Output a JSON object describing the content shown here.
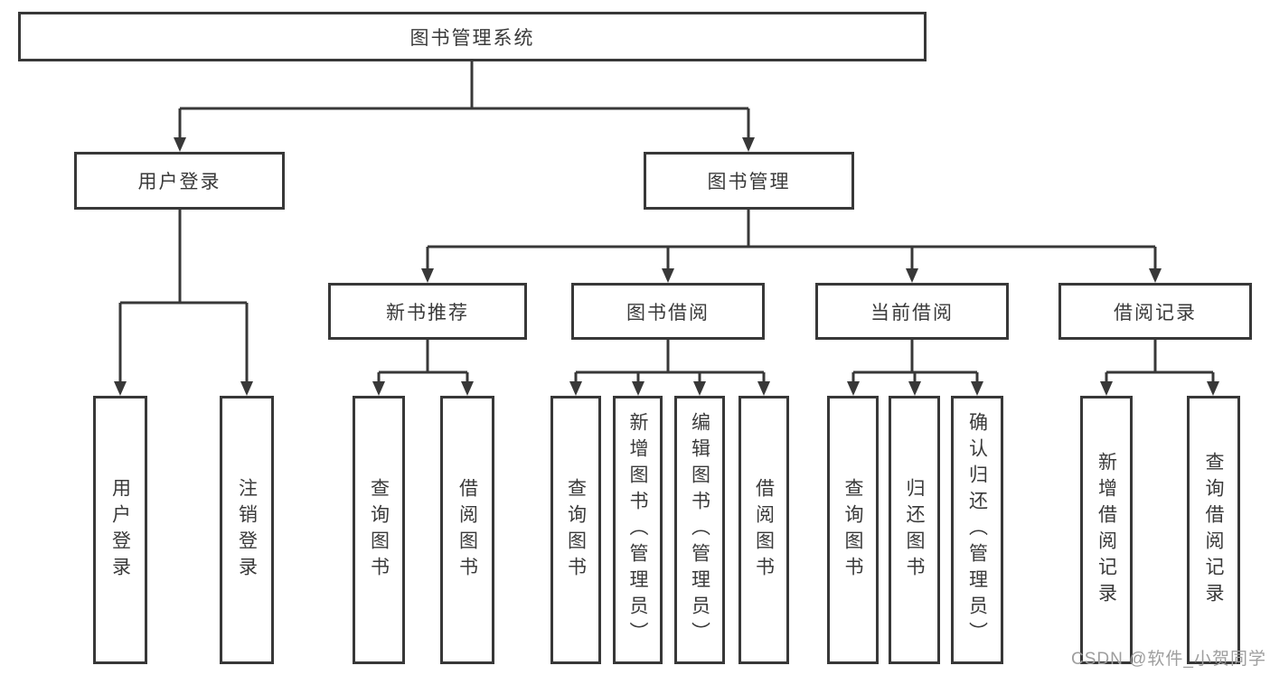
{
  "colors": {
    "line": "#383838",
    "box_border": "#383838",
    "text": "#3a3a3a",
    "watermark": "#9e9e9e",
    "background": "#ffffff"
  },
  "watermark": "CSDN @软件_小贺同学",
  "tree": {
    "root": {
      "label": "图书管理系统"
    },
    "branches": [
      {
        "label": "用户登录",
        "children": [
          {
            "label": "用户登录"
          },
          {
            "label": "注销登录"
          }
        ]
      },
      {
        "label": "图书管理",
        "children": [
          {
            "label": "新书推荐",
            "children": [
              {
                "label": "查询图书"
              },
              {
                "label": "借阅图书"
              }
            ]
          },
          {
            "label": "图书借阅",
            "children": [
              {
                "label": "查询图书"
              },
              {
                "label": "新增图书（管理员）"
              },
              {
                "label": "编辑图书（管理员）"
              },
              {
                "label": "借阅图书"
              }
            ]
          },
          {
            "label": "当前借阅",
            "children": [
              {
                "label": "查询图书"
              },
              {
                "label": "归还图书"
              },
              {
                "label": "确认归还（管理员）"
              }
            ]
          },
          {
            "label": "借阅记录",
            "children": [
              {
                "label": "新增借阅记录"
              },
              {
                "label": "查询借阅记录"
              }
            ]
          }
        ]
      }
    ]
  }
}
